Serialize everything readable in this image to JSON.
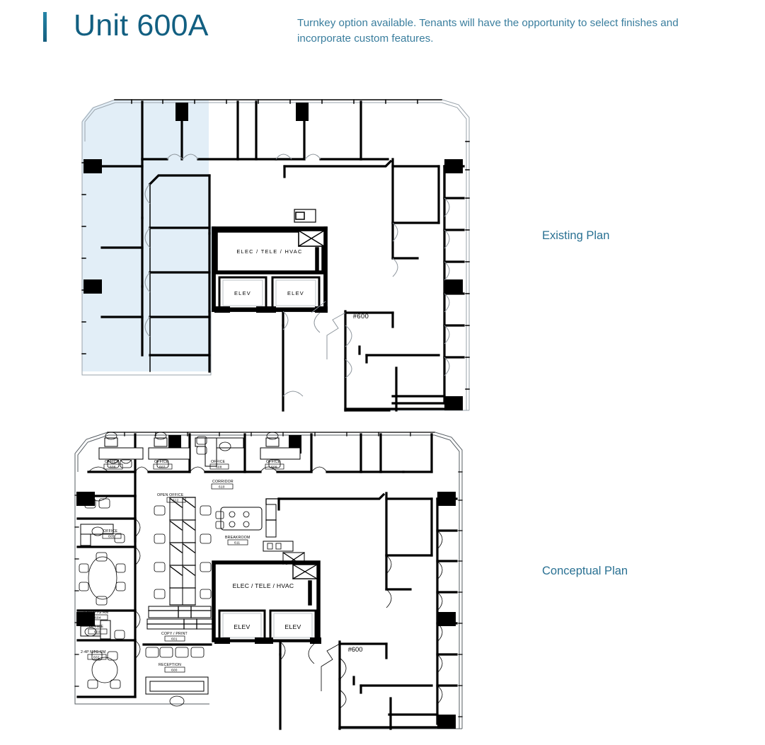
{
  "header": {
    "title": "Unit 600A",
    "note": "Turnkey option available. Tenants will have the opportunity to select finishes and incorporate custom features.",
    "accent_color": "#125f81",
    "note_color": "#3a7e9e"
  },
  "captions": {
    "existing": "Existing Plan",
    "conceptual": "Conceptual Plan",
    "color": "#2a7193"
  },
  "plans": {
    "existing": {
      "name": "Existing Plan",
      "highlight_color": "#e2eef7",
      "unit_tag": "#600",
      "core_labels": {
        "mech": "ELEC  /  TELE  /  HVAC",
        "elev_left": "ELEV",
        "elev_right": "ELEV"
      }
    },
    "conceptual": {
      "name": "Conceptual Plan",
      "unit_tag": "#600",
      "core_labels": {
        "mech": "ELEC / TELE / HVAC",
        "elev_left": "ELEV",
        "elev_right": "ELEV"
      },
      "rooms": [
        {
          "name": "OFFICE",
          "number": "606"
        },
        {
          "name": "OFFICE",
          "number": "607"
        },
        {
          "name": "OFFICE",
          "number": "608"
        },
        {
          "name": "OFFICE",
          "number": "609"
        },
        {
          "name": "CORRIDOR",
          "number": "610"
        },
        {
          "name": "OPEN OFFICE",
          "number": "612"
        },
        {
          "name": "BREAKROOM",
          "number": "611"
        },
        {
          "name": "OFFICE",
          "number": "605"
        },
        {
          "name": "4-6P MTG RM",
          "number": "604"
        },
        {
          "name": "OFFICE",
          "number": "603"
        },
        {
          "name": "2-4P MTG RM",
          "number": "602"
        },
        {
          "name": "COPY / PRINT",
          "number": "601"
        },
        {
          "name": "RECEPTION",
          "number": "600"
        }
      ]
    }
  }
}
